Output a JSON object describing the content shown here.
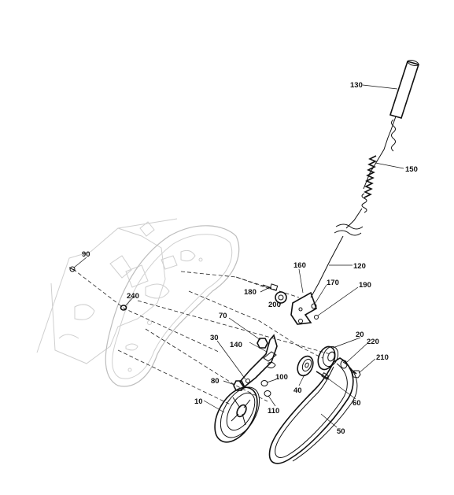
{
  "diagram": {
    "callouts": [
      {
        "id": "handle-grip",
        "label": "130"
      },
      {
        "id": "spring",
        "label": "150"
      },
      {
        "id": "cable",
        "label": "120"
      },
      {
        "id": "screw-upper-left",
        "label": "90"
      },
      {
        "id": "washer-left",
        "label": "240"
      },
      {
        "id": "bracket",
        "label": "160"
      },
      {
        "id": "bolt-180",
        "label": "180"
      },
      {
        "id": "nut-170",
        "label": "170"
      },
      {
        "id": "screw-190",
        "label": "190"
      },
      {
        "id": "roller-200",
        "label": "200"
      },
      {
        "id": "nut-70",
        "label": "70"
      },
      {
        "id": "idler-arm-30",
        "label": "30"
      },
      {
        "id": "arm-140",
        "label": "140"
      },
      {
        "id": "pulley-20",
        "label": "20"
      },
      {
        "id": "washer-220",
        "label": "220"
      },
      {
        "id": "bolt-210",
        "label": "210"
      },
      {
        "id": "nut-80",
        "label": "80"
      },
      {
        "id": "spacer-100",
        "label": "100"
      },
      {
        "id": "idler-40",
        "label": "40"
      },
      {
        "id": "shaft-60",
        "label": "60"
      },
      {
        "id": "washer-110",
        "label": "110"
      },
      {
        "id": "pulley-10",
        "label": "10"
      },
      {
        "id": "belt-50",
        "label": "50"
      }
    ]
  }
}
